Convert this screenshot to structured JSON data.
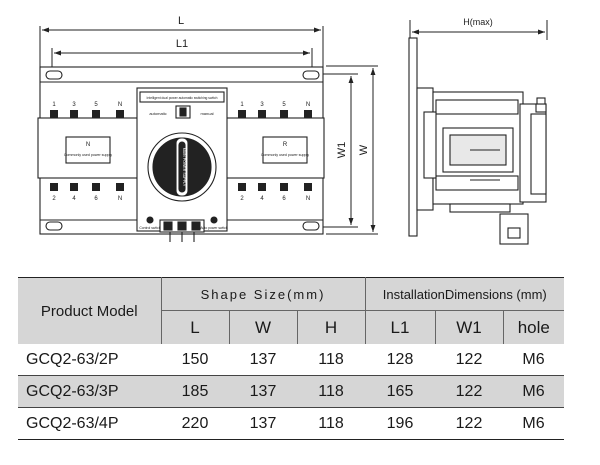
{
  "drawing": {
    "dim_L": "L",
    "dim_L1": "L1",
    "dim_W1": "W1",
    "dim_W": "W",
    "dim_H": "H(max)",
    "pins_top": [
      "1",
      "3",
      "5",
      "N",
      "1",
      "3",
      "5",
      "N"
    ],
    "pins_bottom": [
      "2",
      "4",
      "6",
      "N",
      "2",
      "4",
      "6",
      "N"
    ],
    "left_panel": {
      "letter": "N",
      "caption": "Commonly used power supply"
    },
    "right_panel": {
      "letter": "R",
      "caption": "Commonly used power supply"
    },
    "center_title": "Intelligent dual power automatic switching switch",
    "switch_left": "automatic",
    "switch_right": "manual",
    "knob_text": "MAIN POWER SUPPLY",
    "bottom_left_tag": "Control switch",
    "bottom_right_tag": "Auto power switch"
  },
  "table": {
    "model_header": "Product Model",
    "group_shape": "Shape Size(mm)",
    "group_install": "InstallationDimensions (mm)",
    "cols": [
      "L",
      "W",
      "H",
      "L1",
      "W1",
      "hole"
    ],
    "rows": [
      [
        "GCQ2-63/2P",
        "150",
        "137",
        "118",
        "128",
        "122",
        "M6"
      ],
      [
        "GCQ2-63/3P",
        "185",
        "137",
        "118",
        "165",
        "122",
        "M6"
      ],
      [
        "GCQ2-63/4P",
        "220",
        "137",
        "118",
        "196",
        "122",
        "M6"
      ]
    ]
  }
}
